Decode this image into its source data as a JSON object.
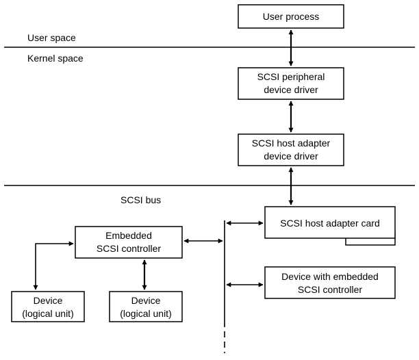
{
  "labels": {
    "user_space": "User space",
    "kernel_space": "Kernel space",
    "scsi_bus": "SCSI bus"
  },
  "boxes": {
    "user_process": [
      "User process"
    ],
    "peripheral_driver": [
      "SCSI peripheral",
      "device driver"
    ],
    "host_adapter_driver": [
      "SCSI host adapter",
      "device driver"
    ],
    "host_adapter_card": [
      "SCSI host adapter card"
    ],
    "embedded_device": [
      "Device with embedded",
      "SCSI controller"
    ],
    "embedded_controller": [
      "Embedded",
      "SCSI controller"
    ],
    "device_left": [
      "Device",
      "(logical unit)"
    ],
    "device_right": [
      "Device",
      "(logical unit)"
    ]
  }
}
